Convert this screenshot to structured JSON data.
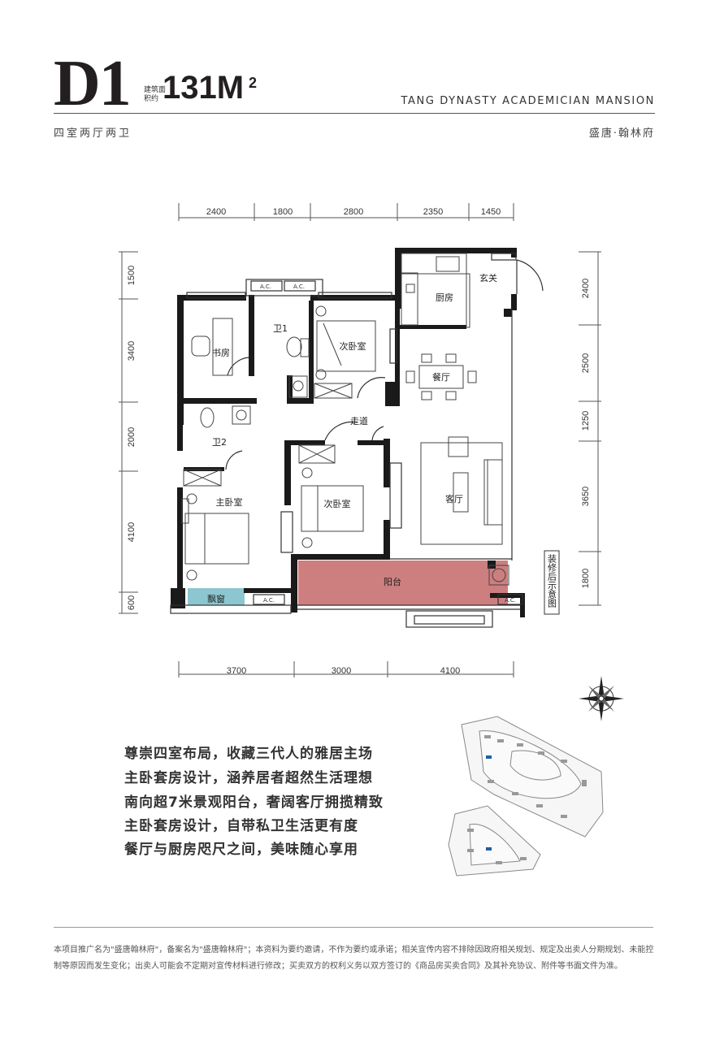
{
  "header": {
    "model": "D1",
    "area_label": "建筑面积约",
    "area_value": "131M",
    "area_sup": "2",
    "project_en": "TANG DYNASTY ACADEMICIAN MANSION",
    "layout_type": "四室两厅两卫",
    "project_cn": "盛唐·翰林府"
  },
  "plan": {
    "dims_top": [
      "2400",
      "1800",
      "2800",
      "2350",
      "1450"
    ],
    "dims_bottom": [
      "3700",
      "3000",
      "4100"
    ],
    "dims_left": [
      "1500",
      "3400",
      "2000",
      "4100",
      "600"
    ],
    "dims_right": [
      "2400",
      "2500",
      "1250",
      "3650",
      "1800"
    ],
    "rooms": {
      "study": "书房",
      "bath1": "卫1",
      "bedroom2": "次卧室",
      "kitchen": "厨房",
      "entrance": "玄关",
      "dining": "餐厅",
      "bath2": "卫2",
      "corridor": "走道",
      "master": "主卧室",
      "bedroom3": "次卧室",
      "living": "客厅",
      "balcony": "阳台",
      "baywindow": "飘窗"
    },
    "ac_labels": [
      "A.C.",
      "A.C.",
      "A.C.",
      "A.C."
    ],
    "note": "装修后示意图",
    "balcony_color": "#cd7e7e",
    "baywindow_color": "#8cc6d0"
  },
  "features": [
    "尊崇四室布局，收藏三代人的雅居主场",
    "主卧套房设计，涵养居者超然生活理想",
    "南向超7米景观阳台，奢阔客厅拥揽精致",
    "主卧套房设计，自带私卫生活更有度",
    "餐厅与厨房咫尺之间，美味随心享用"
  ],
  "disclaimer": "本项目推广名为\"盛唐翰林府\"，备案名为\"盛唐翰林府\"；本资料为要约邀请，不作为要约或承诺；相关宣传内容不排除因政府相关规划、规定及出卖人分期规划、未能控制等原因而发生变化；出卖人可能会不定期对宣传材料进行修改；买卖双方的权利义务以双方签订的《商品房买卖合同》及其补充协议、附件等书面文件为准。"
}
